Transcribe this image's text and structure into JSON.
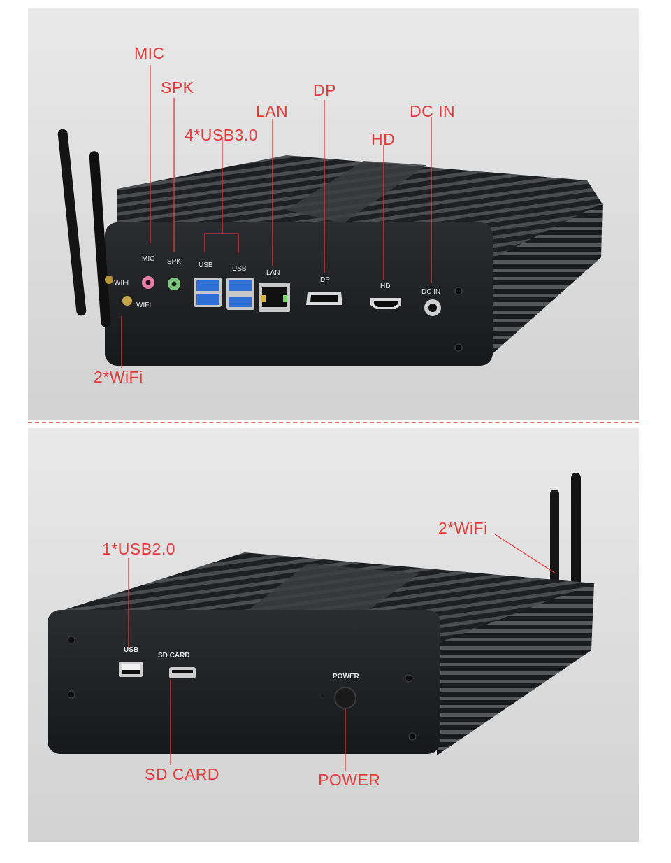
{
  "top_view": {
    "callouts": {
      "mic": "MIC",
      "spk": "SPK",
      "usb30": "4*USB3.0",
      "lan": "LAN",
      "dp": "DP",
      "hd": "HD",
      "dc_in": "DC IN",
      "wifi": "2*WiFi"
    },
    "port_labels": {
      "mic": "MIC",
      "spk": "SPK",
      "usb_a": "USB",
      "usb_b": "USB",
      "lan": "LAN",
      "dp": "DP",
      "hd": "HD",
      "dc_in": "DC IN",
      "wifi_1": "WIFI",
      "wifi_2": "WIFI"
    }
  },
  "bottom_view": {
    "callouts": {
      "usb20": "1*USB2.0",
      "wifi": "2*WiFi",
      "sd_card": "SD CARD",
      "power": "POWER"
    },
    "port_labels": {
      "usb": "USB",
      "sd_card": "SD CARD",
      "power": "POWER"
    }
  },
  "colors": {
    "callout_text": "#e23b3b",
    "leader_line": "#e23b3b",
    "divider": "#e06a6a",
    "chassis": "#1b1c1e",
    "usb3_port": "#2f6fd6",
    "mic_jack": "#e880a6",
    "spk_jack": "#7fc77f"
  }
}
